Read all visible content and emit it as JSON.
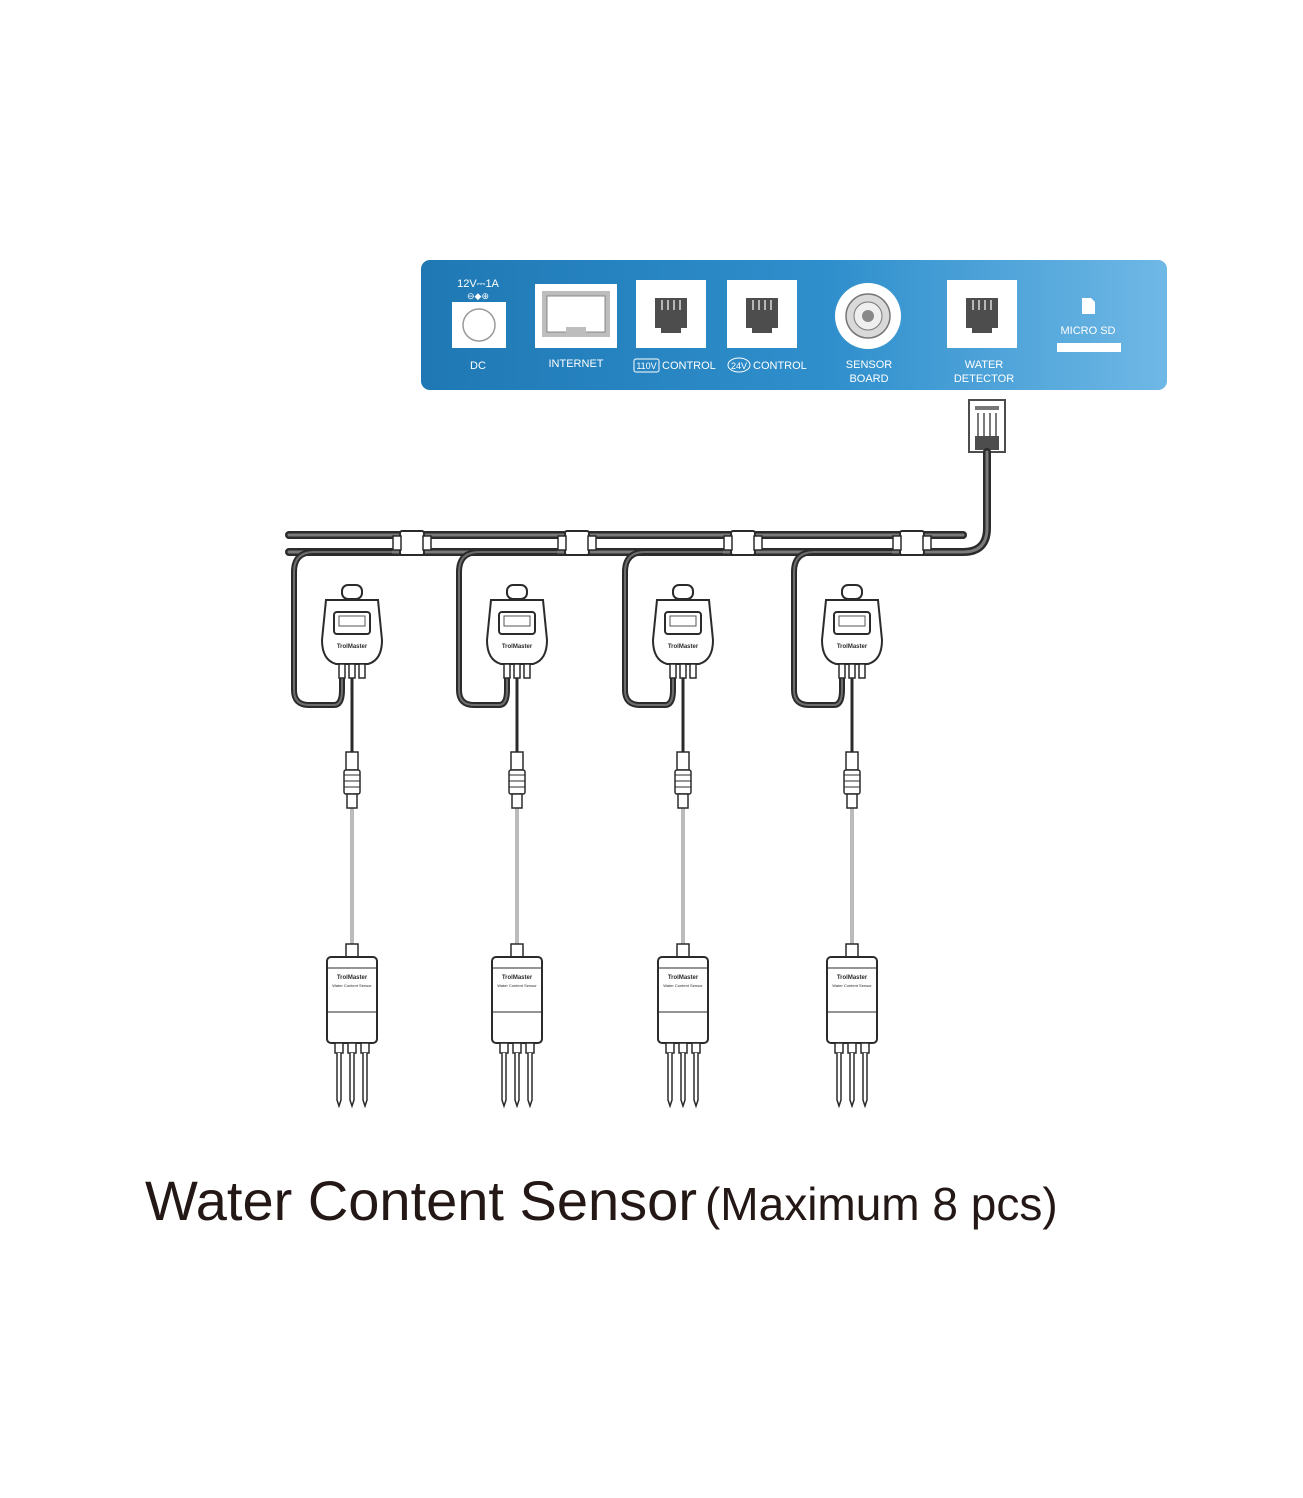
{
  "panel": {
    "colors": {
      "gradient_start": "#1f78b4",
      "gradient_end": "#6fb8e6",
      "label": "#ffffff",
      "port": "#4d4d4d"
    },
    "ports": [
      {
        "id": "dc",
        "rating": "12V⎓1A",
        "polarity": "⊖◆⊕",
        "label": "DC"
      },
      {
        "id": "internet",
        "label": "INTERNET"
      },
      {
        "id": "control-110v",
        "badge": "110V",
        "label": "CONTROL"
      },
      {
        "id": "control-24v",
        "badge": "24V",
        "label": "CONTROL"
      },
      {
        "id": "sensor-board",
        "label_line1": "SENSOR",
        "label_line2": "BOARD"
      },
      {
        "id": "water-detector",
        "label_line1": "WATER",
        "label_line2": "DETECTOR"
      },
      {
        "id": "micro-sd",
        "label": "MICRO SD"
      }
    ]
  },
  "sensors": {
    "count_shown": 4,
    "hub_brand": "TrolMaster",
    "probe_brand": "TrolMaster",
    "probe_subtitle": "Water Content Sensor"
  },
  "caption": {
    "main": "Water Content Sensor",
    "sub": "(Maximum 8 pcs)",
    "color": "#231815"
  }
}
